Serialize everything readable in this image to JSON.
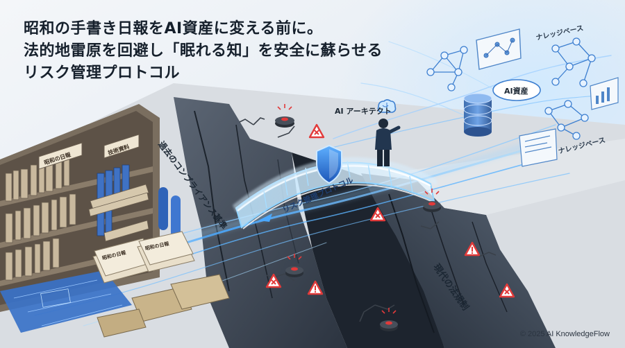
{
  "headline": {
    "line1": "昭和の手書き日報をAI資産に変える前に。",
    "line2": "法的地雷原を回避し「眠れる知」を安全に蘇らせる",
    "line3": "リスク管理プロトコル"
  },
  "labels": {
    "past_compliance": "過去のコンプライアンス基準",
    "modern_law": "現代の法規制",
    "bridge": "リスク管理プロトコル",
    "architect": "AI アーキテクト",
    "ai_asset": "AI資産",
    "knowledge_base_top": "ナレッジベース",
    "knowledge_base_bottom": "ナレッジベース",
    "shelf_daily_reports": "昭和の日報",
    "shelf_technical_docs": "技術資料",
    "stack_daily_reports_1": "昭和の日報",
    "stack_daily_reports_2": "昭和の日報"
  },
  "copyright": "© 2025 AI KnowledgeFlow",
  "icons": [
    "landmine-icon",
    "warning-triangle-icon",
    "x-warning-icon",
    "shield-icon",
    "brain-icon",
    "database-icon",
    "neural-network-icon",
    "bookshelf-icon",
    "blueprint-icon"
  ],
  "colors": {
    "accent_blue": "#2f7fe0",
    "glow_cyan": "#8fd3ff",
    "mine_red": "#e23a3a",
    "cliff_dark": "#3a4350",
    "title_text": "#16202c"
  }
}
